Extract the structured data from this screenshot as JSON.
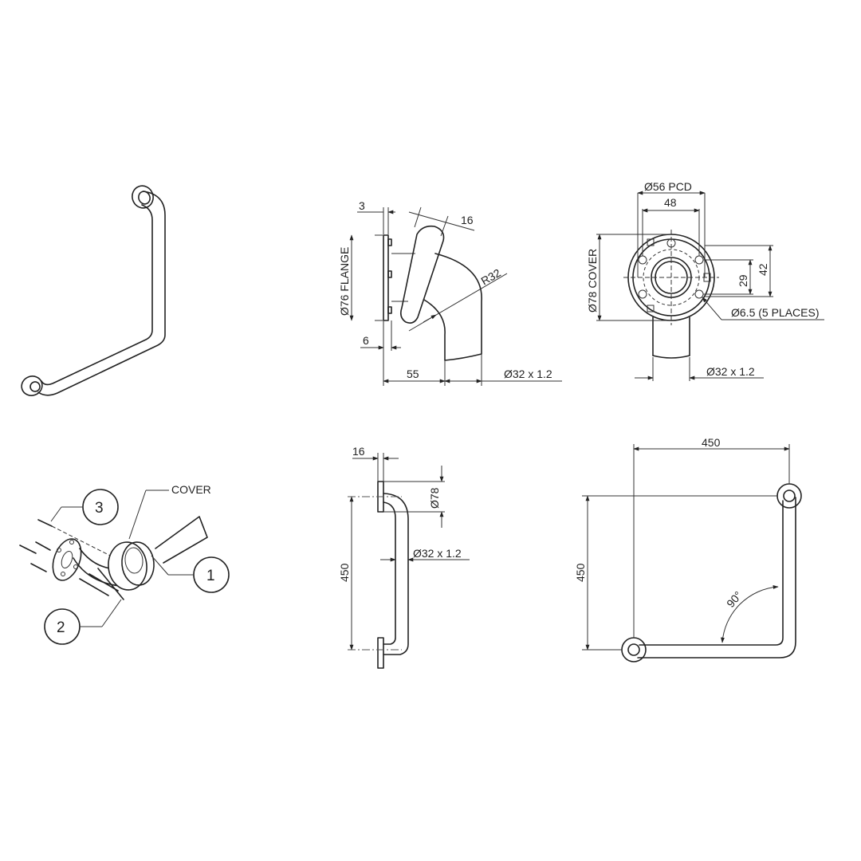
{
  "isometric_view": {},
  "side_view": {
    "flange_thickness": "3",
    "cover_depth": "16",
    "flange_label": "Ø76 FLANGE",
    "bend_radius": "R32",
    "flange_offset": "6",
    "projection": "55",
    "tube_label": "Ø32 x 1.2"
  },
  "front_view": {
    "pcd_label": "Ø56 PCD",
    "hole_spacing_h": "48",
    "cover_label": "Ø78 COVER",
    "hole_spacing_v1": "29",
    "hole_spacing_v2": "42",
    "holes_label": "Ø6.5 (5 PLACES)",
    "tube_label": "Ø32 x 1.2"
  },
  "exploded_view": {
    "cover_label": "COVER",
    "balloons": [
      "1",
      "2",
      "3"
    ]
  },
  "elevation_view": {
    "cover_depth": "16",
    "cover_dia": "Ø78",
    "height": "450",
    "tube_label": "Ø32 x 1.2"
  },
  "plan_view": {
    "width": "450",
    "height": "450",
    "angle": "90°"
  }
}
